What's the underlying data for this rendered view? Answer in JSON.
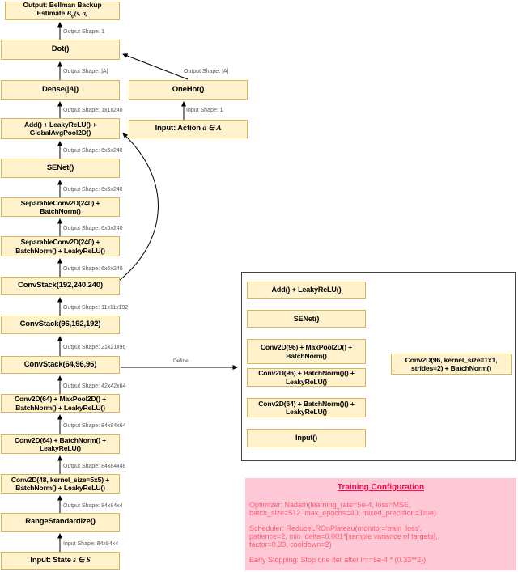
{
  "diagram": {
    "nodes": {
      "output": {
        "line1": "Output: Bellman Backup",
        "line2_pre": "Estimate ",
        "line2_math_b": "B",
        "line2_sub": "φ",
        "line2_rest": "(s, a)"
      },
      "dot": {
        "label": "Dot()"
      },
      "dense": {
        "pre": "Dense(|",
        "math": "A",
        "post": "|)"
      },
      "onehot": {
        "label": "OneHot()"
      },
      "input_action": {
        "pre": "Input: Action ",
        "math": "a ∈ A"
      },
      "add_gap": {
        "line1": "Add() + LeakyReLU() +",
        "line2": "GlobalAvgPool2D()"
      },
      "senet": {
        "label": "SENet()"
      },
      "sepconv_bn": {
        "line1": "SeparableConv2D(240) +",
        "line2": "BatchNorm()"
      },
      "sepconv_bn_lrelu": {
        "line1": "SeparableConv2D(240) +",
        "line2": "BatchNorm() + LeakyReLU()"
      },
      "convstack192": {
        "label": "ConvStack(192,240,240)"
      },
      "convstack96": {
        "label": "ConvStack(96,192,192)"
      },
      "convstack64": {
        "label": "ConvStack(64,96,96)"
      },
      "conv64_mp": {
        "line1": "Conv2D(64) + MaxPool2D() +",
        "line2": "BatchNorm() + LeakyReLU()"
      },
      "conv64_bn": {
        "line1": "Conv2D(64) + BatchNorm() +",
        "line2": "LeakyReLU()"
      },
      "conv48": {
        "line1": "Conv2D(48, kernel_size=5x5) +",
        "line2": "BatchNorm() + LeakyReLU()"
      },
      "rangestd": {
        "label": "RangeStandardize()"
      },
      "input_state": {
        "pre": "Input: State ",
        "math": "s ∈ S"
      }
    },
    "shape_labels": [
      "Output Shape: 1",
      "Output Shape: |A|",
      "Output Shape: 1x1x240",
      "Output Shape: 6x6x240",
      "Output Shape: 6x6x240",
      "Output Shape: 6x6x240",
      "Output Shape: 6x6x240",
      "Output Shape: 11x11x192",
      "Output Shape: 21x21x96",
      "Output Shape: 42x42x64",
      "Output Shape: 84x84x64",
      "Output Shape: 84x84x48",
      "Output Shape: 84x84x4",
      "Input Shape: 84x84x4",
      "Output Shape: |A|",
      "Input Shape: 1"
    ],
    "edge_label_define": "Define",
    "subgraph": {
      "add": {
        "label": "Add() + LeakyReLU()"
      },
      "senet": {
        "label": "SENet()"
      },
      "conv96_mp": {
        "line1": "Conv2D(96) + MaxPool2D() +",
        "line2": "BatchNorm()"
      },
      "conv96_bn": {
        "line1": "Conv2D(96) + BatchNorm()() +",
        "line2": "LeakyReLU()"
      },
      "conv64_bn": {
        "line1": "Conv2D(64) + BatchNorm()() +",
        "line2": "LeakyReLU()"
      },
      "input": {
        "label": "Input()"
      },
      "shortcut": {
        "line1": "Conv2D(96, kernel_size=1x1,",
        "line2": "strides=2) + BatchNorm()"
      }
    }
  },
  "training": {
    "title": "Training Configuration",
    "optimizer": [
      "Optimizer: Nadam(learning_rate=5e-4, loss=MSE,",
      "batch_size=512. max_epochs=40, mixed_precision=True)"
    ],
    "scheduler": [
      "Scheduler: ReduceLROnPlateau(monitor='train_loss',",
      "patience=2, min_delta=0.001*[sample variance of targets],",
      "factor=0.33, cooldown=2)"
    ],
    "early_stopping": [
      "Early Stopping: Stop one iter after lr==5e-4 * (0.33**2))"
    ]
  },
  "colors": {
    "node_fill": "#FFF2CC",
    "node_border": "#D6B656",
    "panel_fill": "#FFC8D7",
    "title_red": "#FA0B4B",
    "body_red": "#FF5A6E",
    "label_gray": "#595959"
  }
}
